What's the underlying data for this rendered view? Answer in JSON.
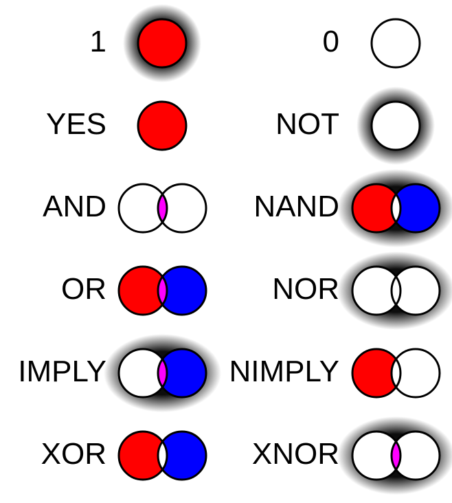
{
  "colors": {
    "a_only": "#ff0000",
    "b_only": "#0000ff",
    "both": "#ff00ff",
    "neither_halo": "#000000",
    "empty": "#ffffff",
    "stroke": "#000000"
  },
  "icons": {
    "single": "circle-icon",
    "pair": "venn-diagram-icon",
    "halo": "outside-shading"
  },
  "gates": [
    {
      "id": "one",
      "label": "1",
      "shape": "single",
      "in_a": true,
      "out": true
    },
    {
      "id": "zero",
      "label": "0",
      "shape": "single",
      "in_a": false,
      "out": false
    },
    {
      "id": "yes",
      "label": "YES",
      "shape": "single",
      "in_a": true,
      "out": false
    },
    {
      "id": "not",
      "label": "NOT",
      "shape": "single",
      "in_a": false,
      "out": true
    },
    {
      "id": "and",
      "label": "AND",
      "shape": "pair",
      "a_only": false,
      "b_only": false,
      "both": true,
      "out": false
    },
    {
      "id": "nand",
      "label": "NAND",
      "shape": "pair",
      "a_only": true,
      "b_only": true,
      "both": false,
      "out": true
    },
    {
      "id": "or",
      "label": "OR",
      "shape": "pair",
      "a_only": true,
      "b_only": true,
      "both": true,
      "out": false
    },
    {
      "id": "nor",
      "label": "NOR",
      "shape": "pair",
      "a_only": false,
      "b_only": false,
      "both": false,
      "out": true
    },
    {
      "id": "imply",
      "label": "IMPLY",
      "shape": "pair",
      "a_only": false,
      "b_only": true,
      "both": true,
      "out": true
    },
    {
      "id": "nimply",
      "label": "NIMPLY",
      "shape": "pair",
      "a_only": true,
      "b_only": false,
      "both": false,
      "out": false
    },
    {
      "id": "xor",
      "label": "XOR",
      "shape": "pair",
      "a_only": true,
      "b_only": true,
      "both": false,
      "out": false
    },
    {
      "id": "xnor",
      "label": "XNOR",
      "shape": "pair",
      "a_only": false,
      "b_only": false,
      "both": true,
      "out": true
    }
  ]
}
